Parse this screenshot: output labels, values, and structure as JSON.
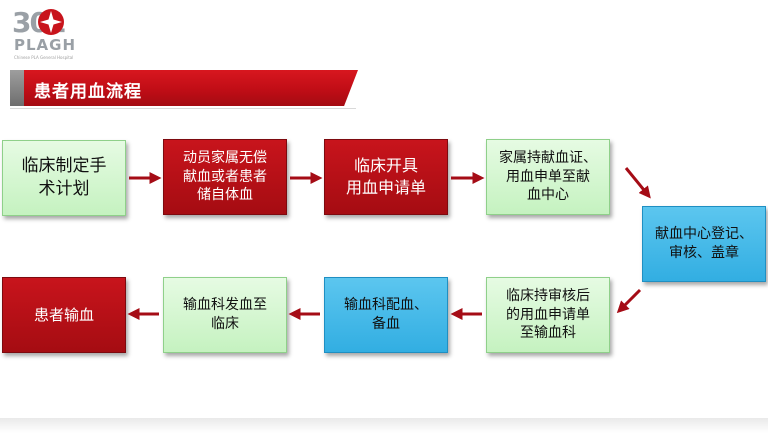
{
  "logo": {
    "number": "301",
    "text": "PLAGH",
    "subtitle": "Chinese PLA General Hospital"
  },
  "banner": {
    "title": "患者用血流程"
  },
  "colors": {
    "red": "#c00d16",
    "green": "#c5f2c0",
    "blue": "#32aee2",
    "arrow": "#a50c16"
  },
  "nodes": [
    {
      "id": "n1",
      "text": "临床制定手\n术计划",
      "color": "green"
    },
    {
      "id": "n2",
      "text": "动员家属无偿\n献血或者患者\n储自体血",
      "color": "red"
    },
    {
      "id": "n3",
      "text": "临床开具\n用血申请单",
      "color": "red"
    },
    {
      "id": "n4",
      "text": "家属持献血证、\n用血申单至献\n血中心",
      "color": "green"
    },
    {
      "id": "n5",
      "text": "献血中心登记、\n审核、盖章",
      "color": "blue"
    },
    {
      "id": "n6",
      "text": "临床持审核后\n的用血申请单\n至输血科",
      "color": "green"
    },
    {
      "id": "n7",
      "text": "输血科配血、\n备血",
      "color": "blue"
    },
    {
      "id": "n8",
      "text": "输血科发血至\n临床",
      "color": "green"
    },
    {
      "id": "n9",
      "text": "患者输血",
      "color": "red"
    }
  ]
}
